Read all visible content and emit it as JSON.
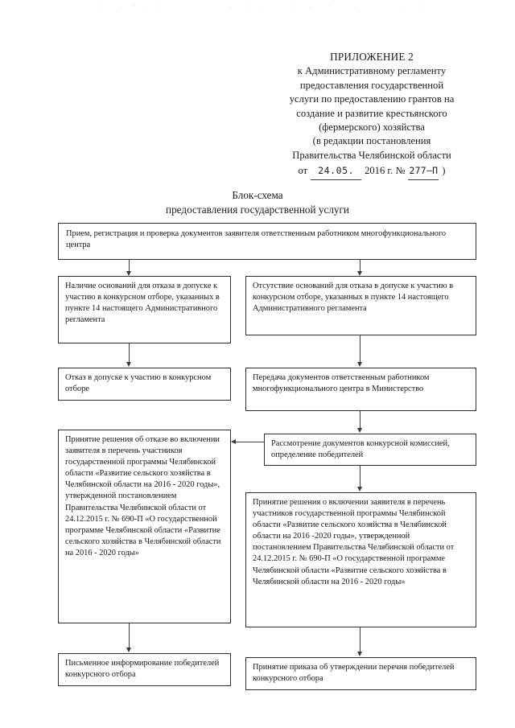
{
  "document": {
    "header_lines": [
      "ПРИЛОЖЕНИЕ 2",
      "к Административному регламенту",
      "предоставления государственной",
      "услуги по предоставлению грантов на",
      "создание и развитие крестьянского",
      "(фермерского) хозяйства",
      "(в редакции постановления",
      "Правительства Челябинской области"
    ],
    "dateline": {
      "prefix": "от",
      "day_month": "24.05.",
      "year_label": "2016 г. №",
      "number": "277–П",
      "suffix": ")"
    },
    "title_line1": "Блок-схема",
    "title_line2": "предоставления государственной услуги"
  },
  "chart_data": {
    "type": "diagram",
    "title": "Блок-схема предоставления государственной услуги",
    "nodes": [
      {
        "id": "n1",
        "text": "Прием, регистрация и проверка документов заявителя ответственным работником многофункционального центра"
      },
      {
        "id": "n2",
        "text": "Наличие оснований для отказа в допуске к участию в конкурсном отборе, указанных в пункте 14 настоящего Административного регламента"
      },
      {
        "id": "n3",
        "text": "Отсутствие оснований для отказа в допуске к участию в конкурсном отборе, указанных в пункте 14 настоящего  Административного регламента"
      },
      {
        "id": "n4",
        "text": "Отказ в допуске к участию в конкурсном отборе"
      },
      {
        "id": "n5",
        "text": "Передача документов ответственным работником многофункционального центра в Министерство"
      },
      {
        "id": "n6",
        "text": "Рассмотрение документов конкурсной комиссией, определение победителей"
      },
      {
        "id": "n7",
        "text": "Принятие решения об отказе во включении заявителя в перечень участников государственной программы Челябинской области «Развитие сельского хозяйства в Челябинской области на 2016 - 2020 годы», утвержденной постановлением Правительства Челябинской области от 24.12.2015 г. № 690-П «О государственной программе Челябинской области «Развитие сельского хозяйства в Челябинской области на 2016 - 2020 годы»"
      },
      {
        "id": "n8",
        "text": "Принятие решения о включении заявителя в перечень участников государственной программы  Челябинской области «Развитие сельского хозяйства в Челябинской области на 2016 -2020 годы», утвержденной постановлением Правительства Челябинской области от 24.12.2015 г. № 690-П «О государственной программе Челябинской области «Развитие сельского хозяйства в Челябинской области на 2016 - 2020 годы»"
      },
      {
        "id": "n9",
        "text": "Письменное информирование победителей конкурсного отбора"
      },
      {
        "id": "n10",
        "text": "Принятие приказа об утверждении перечня победителей конкурсного отбора"
      }
    ],
    "edges": [
      {
        "from": "n1",
        "to": "n2",
        "direction": "down"
      },
      {
        "from": "n1",
        "to": "n3",
        "direction": "down"
      },
      {
        "from": "n2",
        "to": "n4",
        "direction": "down"
      },
      {
        "from": "n3",
        "to": "n5",
        "direction": "down"
      },
      {
        "from": "n5",
        "to": "n6",
        "direction": "down"
      },
      {
        "from": "n6",
        "to": "n7",
        "direction": "left"
      },
      {
        "from": "n6",
        "to": "n8",
        "direction": "down"
      },
      {
        "from": "n7",
        "to": "n9",
        "direction": "down"
      },
      {
        "from": "n8",
        "to": "n10",
        "direction": "down"
      }
    ]
  }
}
